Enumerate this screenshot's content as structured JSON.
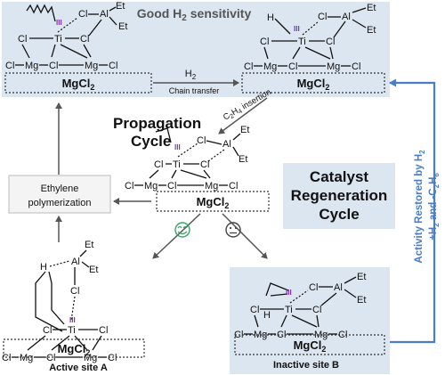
{
  "header": {
    "title_prefix": "Good H",
    "title_sub": "2",
    "title_suffix": " sensitivity"
  },
  "labels": {
    "h2_arrow_main": "H",
    "h2_arrow_sub": "2",
    "chain_transfer": "Chain transfer",
    "insertion_a": "C",
    "insertion_a_sub": "2",
    "insertion_b": "H",
    "insertion_b_sub": "4",
    "insertion_c": " insertion",
    "propagation_line1": "Propagation",
    "propagation_line2": "Cycle",
    "regen_line1": "Catalyst",
    "regen_line2": "Regeneration",
    "regen_line3": "Cycle",
    "ethylene_line1": "Ethylene",
    "ethylene_line2": "polymerization",
    "active_site": "Active site A",
    "inactive_site": "Inactive site B",
    "restored_line1": "Activity Restored by H",
    "restored_line1_sub": "2",
    "restored_line2_a": "+H",
    "restored_line2_sub1": "2",
    "restored_line2_b": " and -C",
    "restored_line2_sub2": "2",
    "restored_line2_c": "H",
    "restored_line2_sub3": "6"
  },
  "chem": {
    "ti": "Ti",
    "al": "Al",
    "mg": "Mg",
    "cl": "Cl",
    "et": "Et",
    "h": "H",
    "ox_state": "III",
    "support_main": "MgCl",
    "support_sub": "2"
  },
  "colors": {
    "panel_bg": "#dce6f1",
    "box_border": "#9aa3ad",
    "accent_blue": "#4a7dc9",
    "oxidation_purple": "#7a2fb5",
    "happy_face": "#3aa46a",
    "neutral_face": "#444444",
    "arrow_gray": "#555555"
  },
  "icons": {
    "happy": "smiling-face-icon",
    "neutral": "neutral-face-icon"
  }
}
